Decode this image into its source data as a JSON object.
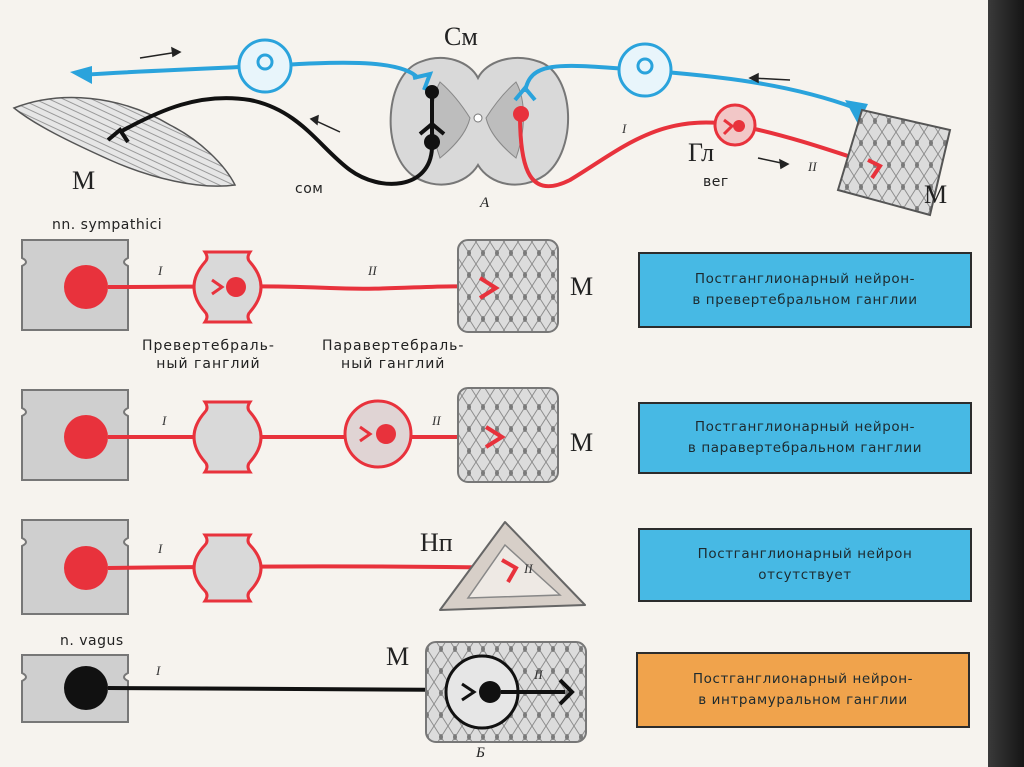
{
  "top_section": {
    "label_sm": "См",
    "label_m_left": "М",
    "label_m_right": "М",
    "label_gl": "Гл",
    "label_som": "сом",
    "label_veg": "вег",
    "label_a": "А",
    "numeral_i": "I",
    "numeral_ii": "II"
  },
  "sympathetic": {
    "heading": "nn. sympathici",
    "row1": {
      "numeral_i": "I",
      "numeral_ii": "II",
      "effector_label": "М",
      "caption_prevertebral": [
        "Превертебраль-",
        "ный ганглий"
      ],
      "caption_paravertebral": [
        "Паравертебраль-",
        "ный ганглий"
      ],
      "box_lines": [
        "Постганглионарный нейрон-",
        "в превертебральном ганглии"
      ]
    },
    "row2": {
      "numeral_i": "I",
      "numeral_ii": "II",
      "effector_label": "М",
      "box_lines": [
        "Постганглионарный нейрон-",
        "в паравертебральном ганглии"
      ]
    },
    "row3": {
      "numeral_i": "I",
      "numeral_ii": "II",
      "effector_label": "Нп",
      "box_lines": [
        "Постганглионарный нейрон",
        "отсутствует"
      ]
    }
  },
  "vagus": {
    "heading": "n. vagus",
    "numeral_i": "I",
    "numeral_ii": "II",
    "effector_label": "М",
    "label_b": "Б",
    "box_lines": [
      "Постганглионарный нейрон-",
      "в интрамуральном ганглии"
    ]
  },
  "colors": {
    "sympathetic_red": "#e8323c",
    "somatic_black": "#111111",
    "sensory_blue": "#2aa3dc",
    "box_blue": "#47b9e4",
    "box_orange": "#f0a34c",
    "tissue_gray": "#cfcfcf"
  },
  "icons": [
    "arrow-icon",
    "muscle-icon",
    "spinal-cord-icon",
    "ganglion-icon",
    "synapse-fork-icon",
    "gland-icon"
  ]
}
